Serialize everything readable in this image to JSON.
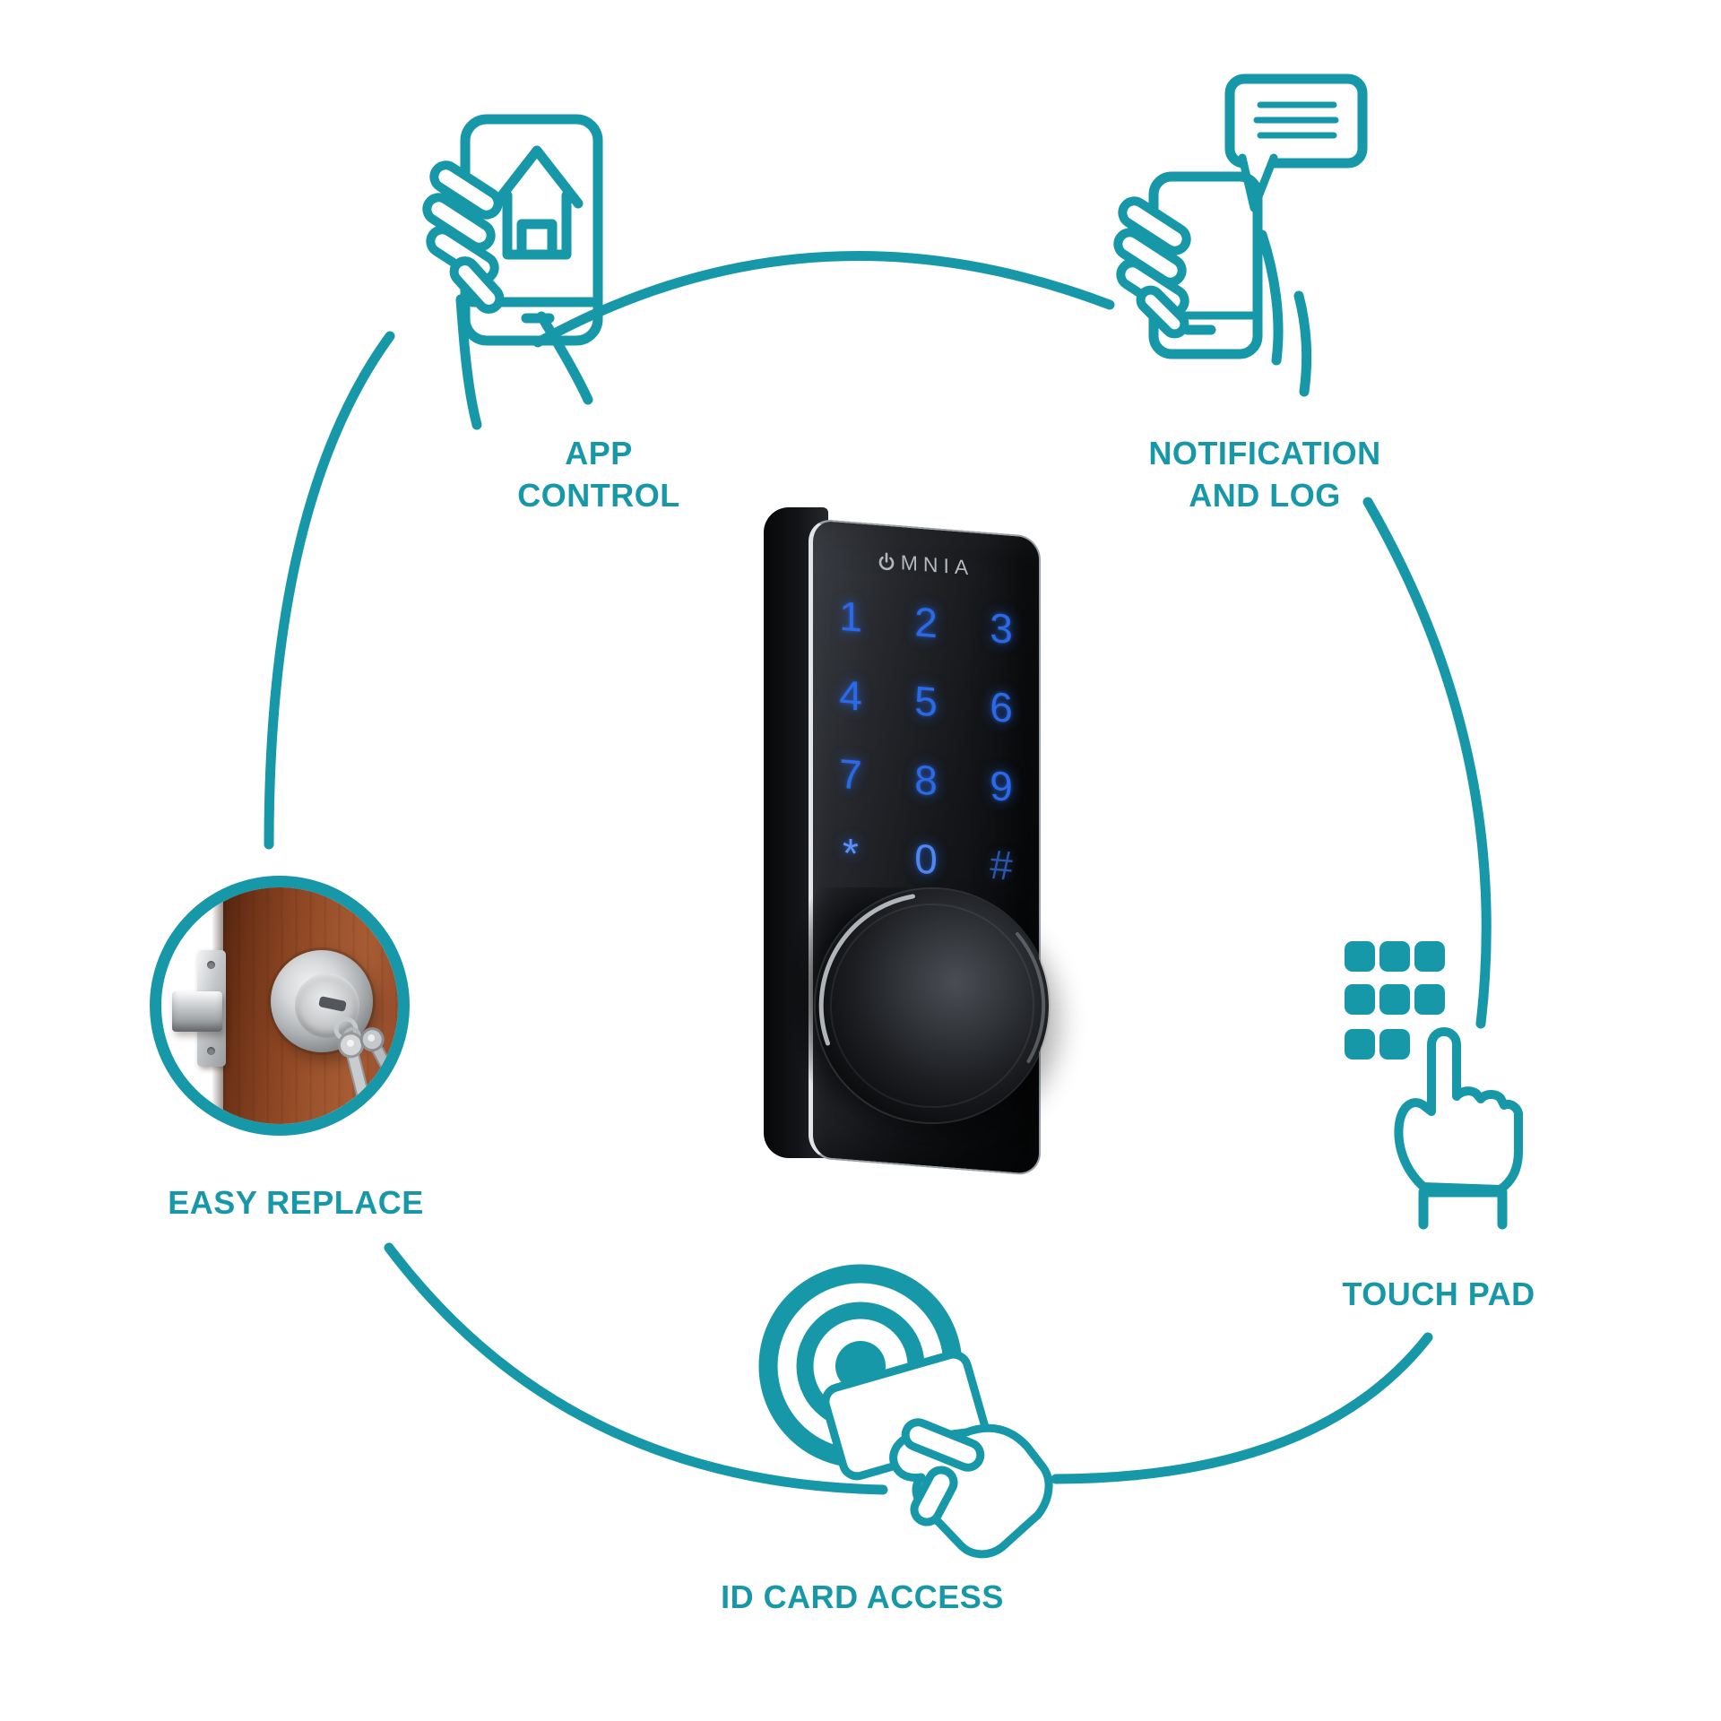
{
  "page": {
    "background": "#ffffff"
  },
  "palette": {
    "teal": "#1798a8",
    "keypad_blue": "#2b6ae6",
    "silver": "#c9ccd1",
    "door_brown": "#8a4422"
  },
  "device": {
    "name": "smart-lock",
    "logo_text": "MNIA",
    "logo_symbol": "power",
    "keypad_keys": [
      "1",
      "2",
      "3",
      "4",
      "5",
      "6",
      "7",
      "8",
      "9",
      "*",
      "0",
      "#"
    ]
  },
  "features": {
    "app_control": {
      "line1": "APP",
      "line2": "CONTROL",
      "icon": "phone-home-hand-icon"
    },
    "notification": {
      "line1": "NOTIFICATION",
      "line2": "AND LOG",
      "icon": "phone-chat-hand-icon"
    },
    "touch_pad": {
      "line1": "TOUCH PAD",
      "icon": "keypad-finger-icon"
    },
    "id_card": {
      "line1": "ID CARD ACCESS",
      "icon": "card-tap-hand-icon"
    },
    "easy_replace": {
      "line1": "EASY REPLACE",
      "icon": "deadbolt-photo"
    }
  }
}
